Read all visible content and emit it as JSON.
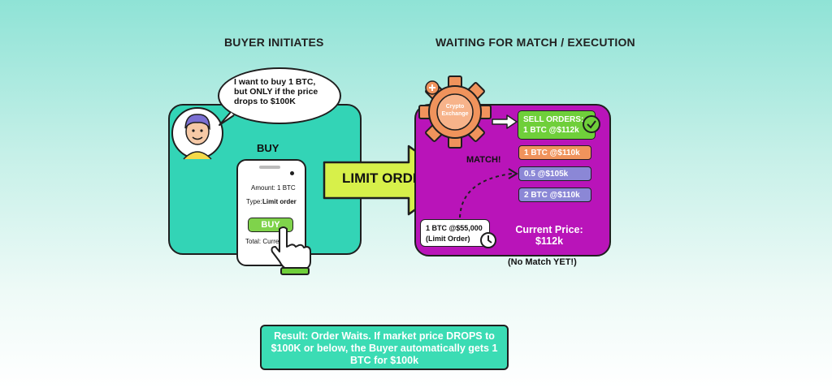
{
  "headings": {
    "left": "BUYER INITIATES",
    "right": "WAITING FOR MATCH / EXECUTION"
  },
  "buyer": {
    "speech": "I want to buy 1 BTC, but ONLY if the price drops to $100K",
    "buy_title": "BUY",
    "phone": {
      "amount": "Amount: 1 BTC",
      "type_label": "Type:",
      "type_value": "Limit order",
      "buy_button": "BUY",
      "total": "Total: Curren"
    }
  },
  "arrow_label": "LIMIT ORDER",
  "exchange": {
    "gear_label_1": "Crypto",
    "gear_label_2": "Exchange",
    "match_label": "MATCH!",
    "sell_orders_title": "SELL ORDERS:",
    "sell_orders_top": "1 BTC  @$112k",
    "orders": [
      {
        "text": "1 BTC  @$110k",
        "color": "#f0935c"
      },
      {
        "text": "0.5  @$105k",
        "color": "#8b87d6"
      },
      {
        "text": "2 BTC  @$110k",
        "color": "#8b87d6"
      }
    ],
    "limit_order_line1": "1 BTC @$55,000",
    "limit_order_line2": "(Limit Order)",
    "current_price_label": "Current Price:",
    "current_price_value": "$112k",
    "no_match": "(No Match YET!)"
  },
  "result": "Result: Order Waits. If market price DROPS to $100K or below, the Buyer automatically gets 1 BTC for $100k",
  "colors": {
    "left_panel": "#33d4b6",
    "right_panel": "#b914b9",
    "arrow": "#d7f04a",
    "sell_orders": "#6fcf3a",
    "result_box": "#3bdcb4"
  }
}
